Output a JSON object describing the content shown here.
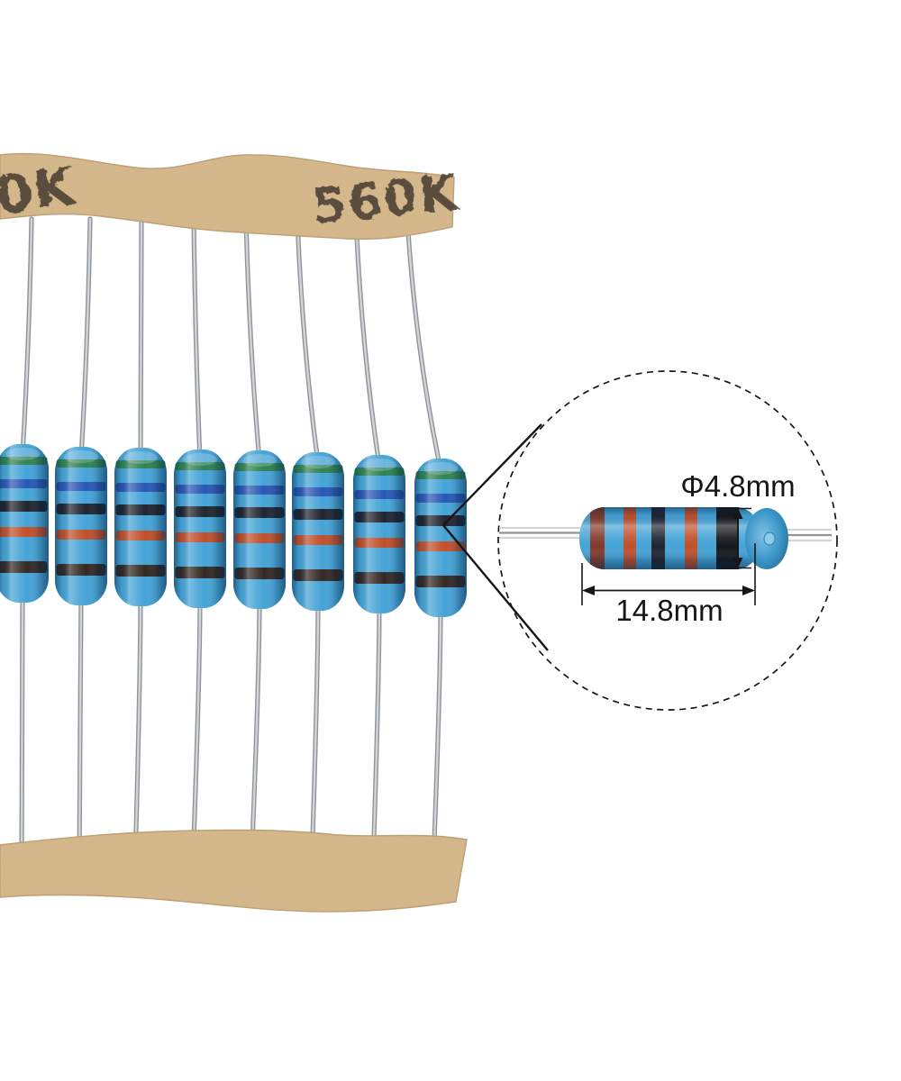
{
  "labels": {
    "stamp_left": "0K",
    "stamp_right": "560K",
    "diameter": "Φ4.8mm",
    "length": "14.8mm"
  },
  "resistor_array": {
    "count": 8,
    "band_sequence_top_to_bottom": [
      "green",
      "blue",
      "black",
      "orange",
      "brown"
    ]
  },
  "magnified_resistor": {
    "band_sequence_left_to_right": [
      "maroon",
      "orange",
      "black",
      "orange",
      "deep_black"
    ]
  },
  "colors": {
    "background": "#ffffff",
    "tape": "#d8ba8d",
    "tape_edge": "#bfa075",
    "stamp_ink": "#4d4335",
    "lead_core": "#d2d5d7",
    "lead_edge": "#909498",
    "body_blue": "#45a3d6",
    "endcap_blue": "#3590c2",
    "band_green": "#2f8150",
    "band_blue": "#2a56b4",
    "band_black": "#20242e",
    "band_orange": "#bf4f2b",
    "band_brown": "#332823",
    "band_maroon": "#83392a",
    "band_deep_black": "#14171c",
    "annotation_ink": "#161616"
  }
}
